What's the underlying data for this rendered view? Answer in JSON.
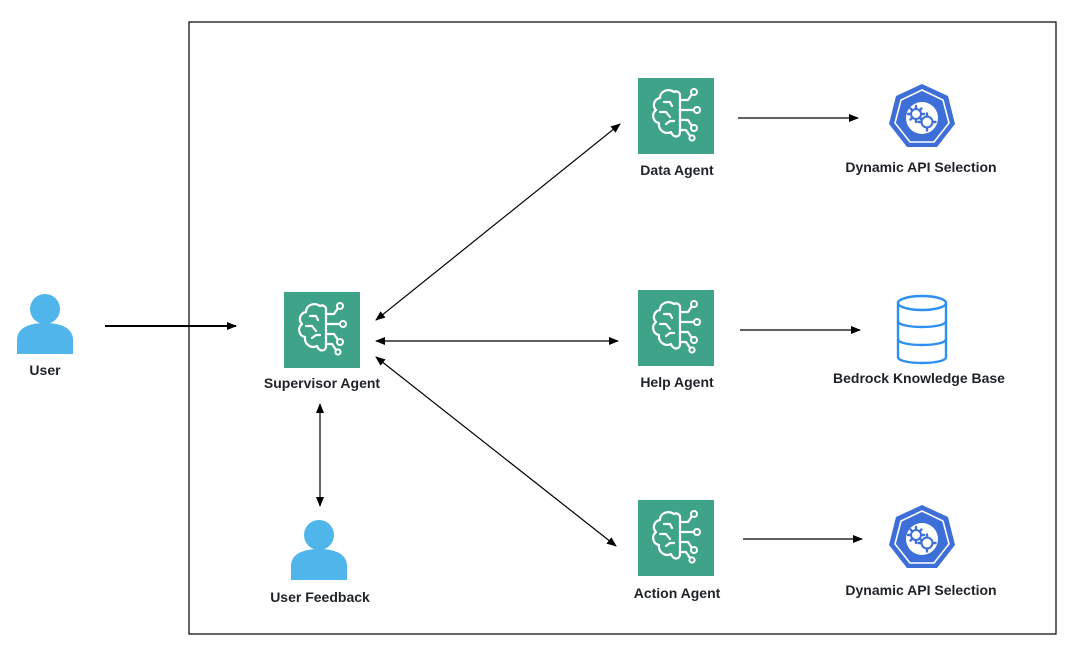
{
  "colors": {
    "agent_tile": "#3fa389",
    "agent_glyph": "#ffffff",
    "user": "#4fb5ea",
    "api_icon": "#3e6fd9",
    "database": "#2f8ff0",
    "edge": "#000000",
    "frame": "#000000"
  },
  "nodes": {
    "user": {
      "label": "User",
      "icon": "user-icon"
    },
    "supervisor": {
      "label": "Supervisor Agent",
      "icon": "agent-brain-icon"
    },
    "user_feedback": {
      "label": "User Feedback",
      "icon": "user-icon"
    },
    "data_agent": {
      "label": "Data Agent",
      "icon": "agent-brain-icon"
    },
    "help_agent": {
      "label": "Help Agent",
      "icon": "agent-brain-icon"
    },
    "action_agent": {
      "label": "Action Agent",
      "icon": "agent-brain-icon"
    },
    "api_selection_top": {
      "label": "Dynamic API Selection",
      "icon": "api-gear-heptagon-icon"
    },
    "knowledge_base": {
      "label": "Bedrock Knowledge Base",
      "icon": "database-icon"
    },
    "api_selection_bottom": {
      "label": "Dynamic API Selection",
      "icon": "api-gear-heptagon-icon"
    }
  },
  "edges": [
    {
      "from": "user",
      "to": "supervisor",
      "direction": "forward"
    },
    {
      "from": "supervisor",
      "to": "data_agent",
      "direction": "both"
    },
    {
      "from": "supervisor",
      "to": "help_agent",
      "direction": "both"
    },
    {
      "from": "supervisor",
      "to": "action_agent",
      "direction": "both"
    },
    {
      "from": "supervisor",
      "to": "user_feedback",
      "direction": "both"
    },
    {
      "from": "data_agent",
      "to": "api_selection_top",
      "direction": "forward"
    },
    {
      "from": "help_agent",
      "to": "knowledge_base",
      "direction": "forward"
    },
    {
      "from": "action_agent",
      "to": "api_selection_bottom",
      "direction": "forward"
    }
  ]
}
